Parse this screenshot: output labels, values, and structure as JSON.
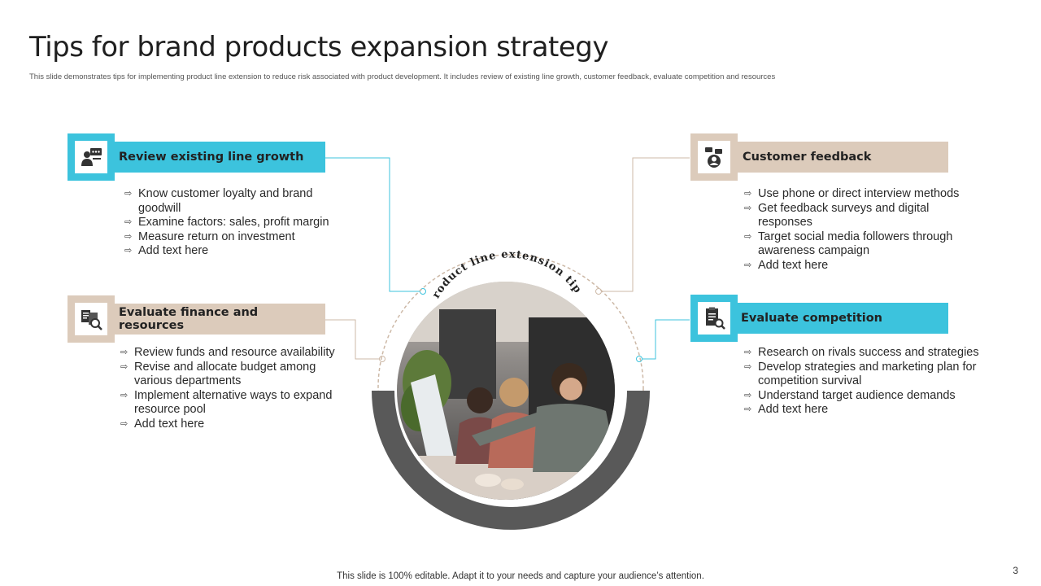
{
  "slide": {
    "title": "Tips for brand products expansion strategy",
    "subtitle": "This slide demonstrates tips for implementing  product line extension to reduce risk associated with product development. It includes review of existing line growth, customer feedback, evaluate competition and resources",
    "center_label": "Product line extension tips",
    "footer": "This slide is 100% editable. Adapt it to your needs and capture your audience’s attention.",
    "page_number": "3"
  },
  "colors": {
    "accent_blue": "#3cc3dd",
    "accent_tan": "#dccbbb",
    "ring_dark": "#595959"
  },
  "cards": {
    "review": {
      "title": "Review existing line growth",
      "icon": "presentation-icon",
      "items": [
        "Know customer loyalty and brand goodwill",
        "Examine factors: sales, profit margin",
        "Measure return on investment",
        "Add text here"
      ]
    },
    "finance": {
      "title": "Evaluate finance and resources",
      "icon": "document-search-icon",
      "items": [
        "Review funds and resource availability",
        "Revise and allocate budget among various departments",
        "Implement alternative ways to expand resource pool",
        "Add text here"
      ]
    },
    "feedback": {
      "title": "Customer feedback",
      "icon": "user-chat-icon",
      "items": [
        "Use phone or direct interview methods",
        "Get feedback surveys and digital responses",
        "Target social media followers through awareness campaign",
        "Add text here"
      ]
    },
    "competition": {
      "title": "Evaluate competition",
      "icon": "report-search-icon",
      "items": [
        "Research on rivals success and strategies",
        "Develop strategies and marketing plan for competition survival",
        "Understand target audience demands",
        "Add text here"
      ]
    }
  }
}
